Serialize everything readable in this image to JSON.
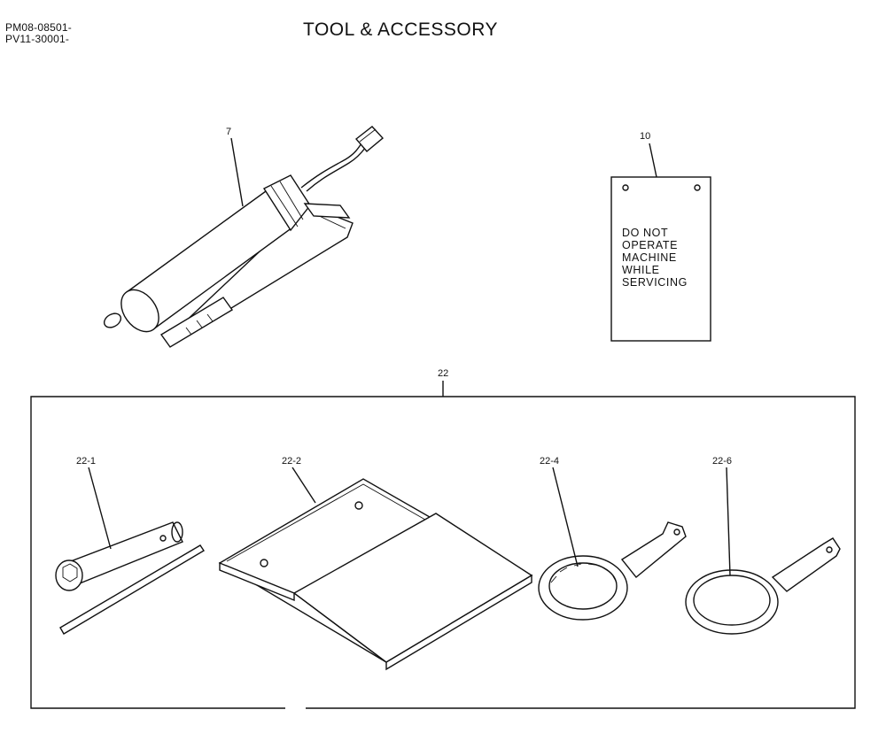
{
  "header": {
    "serial_lines": [
      "PM08-08501-",
      "PV11-30001-"
    ],
    "title": "TOOL & ACCESSORY"
  },
  "callouts": {
    "grease_gun": "7",
    "warning_tag": "10",
    "tool_kit": "22",
    "box_wrench": "22-1",
    "tool_bag": "22-2",
    "ring_spanner_small": "22-4",
    "ring_spanner_large": "22-6"
  },
  "warning_tag": {
    "lines": [
      "DO NOT",
      "OPERATE",
      "MACHINE",
      "WHILE",
      "SERVICING"
    ]
  }
}
